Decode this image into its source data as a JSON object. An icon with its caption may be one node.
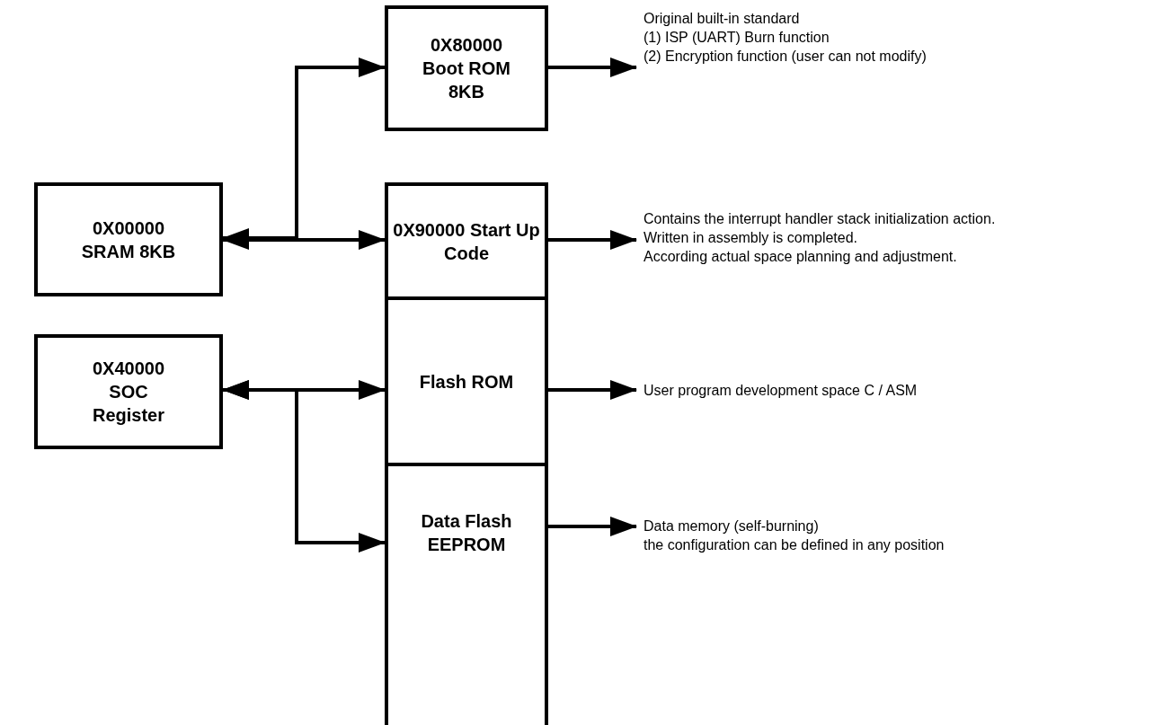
{
  "diagram": {
    "nodes": [
      {
        "text": [
          "0X00000 SRAM 8KB"
        ]
      },
      {
        "text": [
          "0X40000 SOC Register"
        ]
      },
      {
        "text": [
          "0X80000 Boot ROM 8KB"
        ]
      },
      {
        "text": [
          "0X90000 Start Up Code"
        ]
      },
      {
        "text": [
          "Flash ROM"
        ]
      },
      {
        "text": [
          "Data Flash EEPROM"
        ]
      },
      {
        "text": [
          "Original built-in standard",
          "(1) ISP (UART) Burn function",
          "(2) Encryption function (user can not modify)"
        ]
      },
      {
        "text": [
          "Contains the interrupt handler stack initialization action.",
          "Written in assembly is completed.",
          "According actual space planning and adjustment."
        ]
      },
      {
        "text": [
          "User program development space C / ASM"
        ]
      },
      {
        "text": [
          "Data memory (self-burning)",
          "the configuration can be defined in any position"
        ]
      }
    ],
    "edges": [
      {
        "from": 0,
        "to": 2,
        "arrow": "both"
      },
      {
        "from": 0,
        "to": 3,
        "arrow": "both"
      },
      {
        "from": 1,
        "to": 4,
        "arrow": "both"
      },
      {
        "from": 1,
        "to": 5,
        "arrow": "both"
      },
      {
        "from": 2,
        "to": 6,
        "arrow": "to"
      },
      {
        "from": 3,
        "to": 7,
        "arrow": "to"
      },
      {
        "from": 4,
        "to": 8,
        "arrow": "to"
      },
      {
        "from": 5,
        "to": 9,
        "arrow": "to"
      }
    ]
  }
}
